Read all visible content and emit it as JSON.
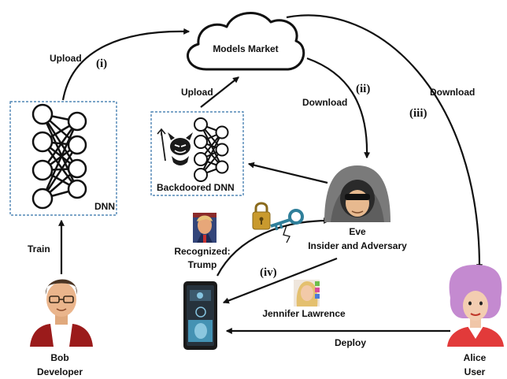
{
  "cloud": {
    "label": "Models Market"
  },
  "steps": {
    "i": "(i)",
    "ii": "(ii)",
    "iii": "(iii)",
    "iv": "(iv)"
  },
  "edges": {
    "upload_bob": "Upload",
    "upload_eve": "Upload",
    "download_eve": "Download",
    "download_alice": "Download",
    "train": "Train",
    "deploy": "Deploy"
  },
  "boxes": {
    "dnn": "DNN",
    "backdoored": "Backdoored DNN"
  },
  "actors": {
    "bob_name": "Bob",
    "bob_role": "Developer",
    "eve_name": "Eve",
    "eve_role": "Insider and Adversary",
    "alice_name": "Alice",
    "alice_role": "User"
  },
  "recognition": {
    "line1": "Recognized:",
    "line2": "Trump"
  },
  "input_face_label": "Jennifer Lawrence",
  "colors": {
    "box_border": "#2e6fa7",
    "arrow": "#111111",
    "eve_hood": "#7a7a7a",
    "alice_hair": "#c48ad0",
    "alice_shirt": "#e23a3a",
    "bob_vest": "#9b1b1b",
    "key": "#2f7f9a",
    "lock": "#c99a2e",
    "device_screen": "#4aa3c8"
  }
}
